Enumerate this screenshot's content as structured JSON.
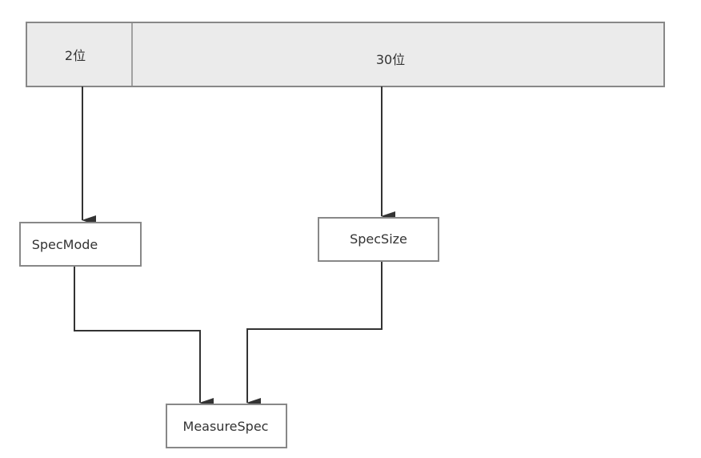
{
  "bit_field": {
    "mode_bits_label": "2位",
    "size_bits_label": "30位"
  },
  "nodes": {
    "spec_mode": "SpecMode",
    "spec_size": "SpecSize",
    "measure_spec": "MeasureSpec"
  },
  "colors": {
    "bar_fill": "#ebebeb",
    "bar_stroke": "#888888",
    "box_fill": "#ffffff",
    "box_stroke": "#888888",
    "arrow": "#333333",
    "text": "#333333"
  }
}
